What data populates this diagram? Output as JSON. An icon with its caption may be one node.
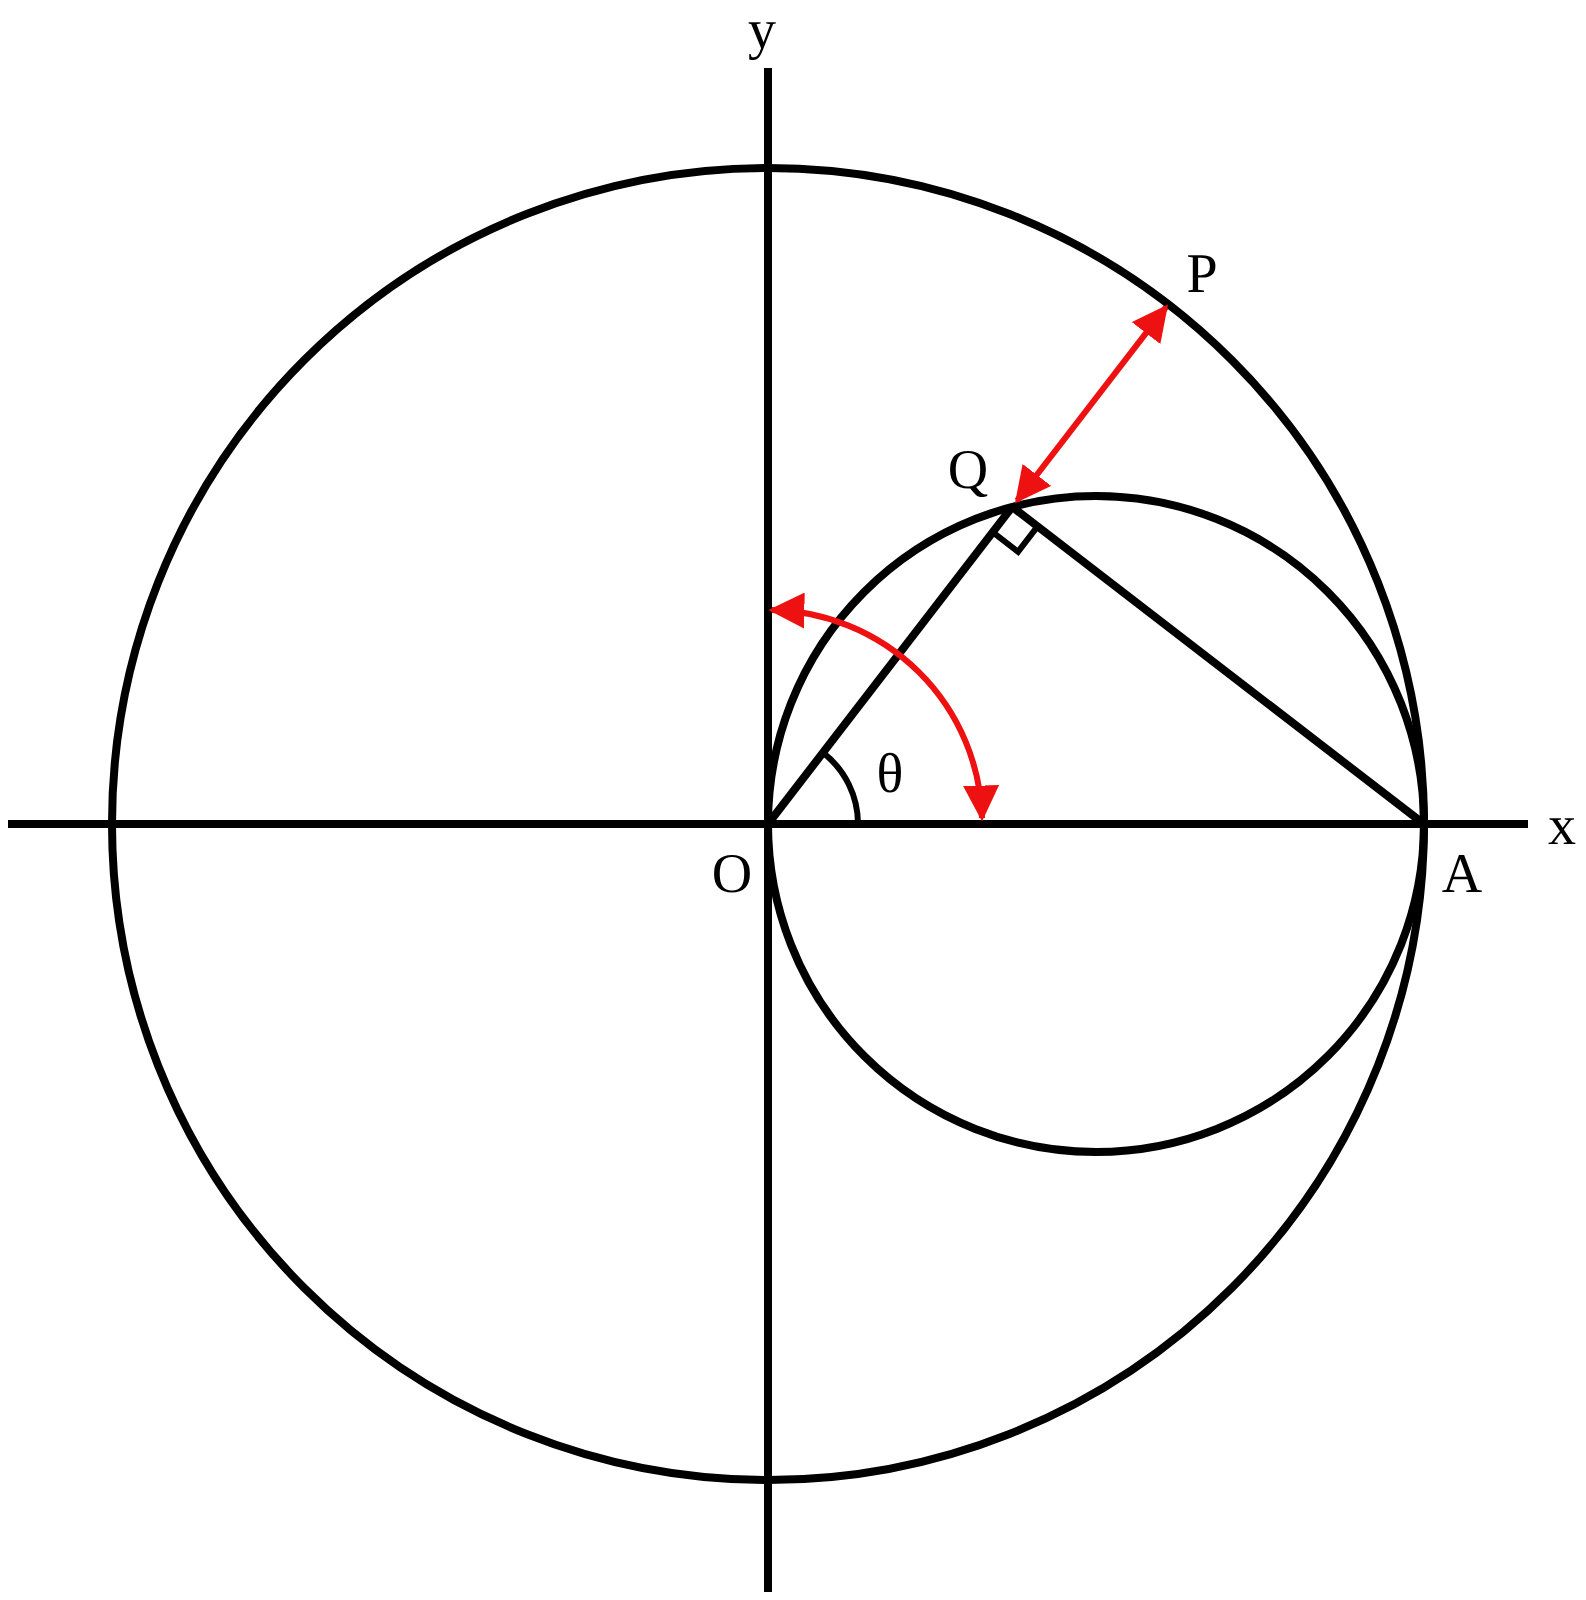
{
  "diagram": {
    "labels": [
      "y",
      "P",
      "Q",
      "θ",
      "x",
      "O",
      "A"
    ]
  }
}
